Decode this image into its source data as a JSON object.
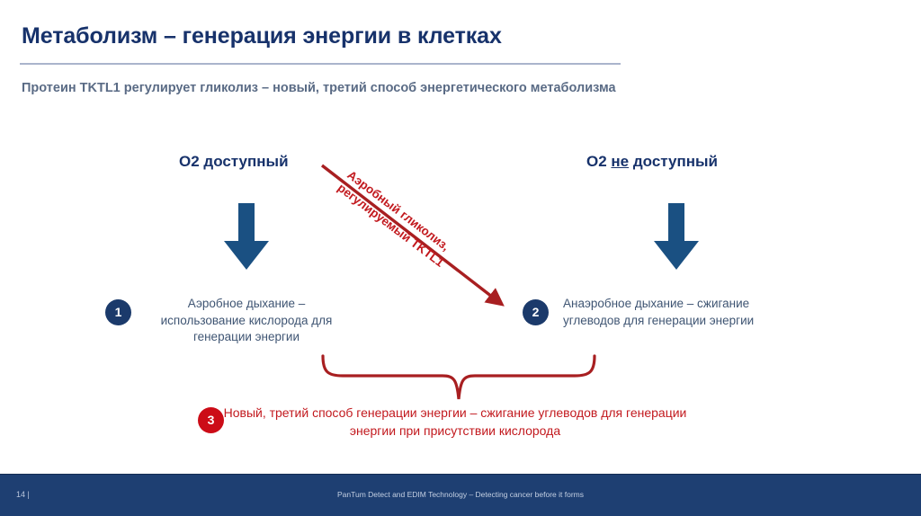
{
  "slide": {
    "title": "Метаболизм – генерация энергии в клетках",
    "subtitle": "Протеин TKTL1 регулирует гликолиз – новый, третий способ энергетического метаболизма"
  },
  "colors": {
    "title_navy": "#17326b",
    "subtitle_gray": "#5a6b85",
    "arrow_blue": "#1a5082",
    "badge_blue": "#1b3a6b",
    "badge_red": "#cc0c17",
    "accent_red": "#c2191e",
    "footer_navy": "#1e3f72",
    "rule_gray": "#aab4cc"
  },
  "diagram": {
    "left_column": {
      "heading": "O2 доступный",
      "heading_prefix": "O2 ",
      "heading_underlined": "",
      "heading_suffix": "доступный",
      "arrow_icon": "down-arrow-icon"
    },
    "right_column": {
      "heading_prefix": "O2 ",
      "heading_underlined": "не",
      "heading_suffix": " доступный",
      "arrow_icon": "down-arrow-icon"
    },
    "diagonal": {
      "label_line1": "Аэробный гликолиз,",
      "label_line2": "регулируемый TKTL1",
      "arrow_icon": "diagonal-arrow-icon"
    },
    "items": [
      {
        "number": "1",
        "text": "Аэробное дыхание – использование кислорода для генерации энергии"
      },
      {
        "number": "2",
        "text": "Анаэробное дыхание – сжигание углеводов для генерации энергии"
      },
      {
        "number": "3",
        "text": "Новый, третий способ генерации энергии – сжигание углеводов для генерации энергии при присутствии кислорода"
      }
    ],
    "brace_icon": "curly-brace-icon"
  },
  "footer": {
    "page": "14 |",
    "caption": "PanTum Detect and EDIM Technology  – Detecting cancer before it forms"
  }
}
